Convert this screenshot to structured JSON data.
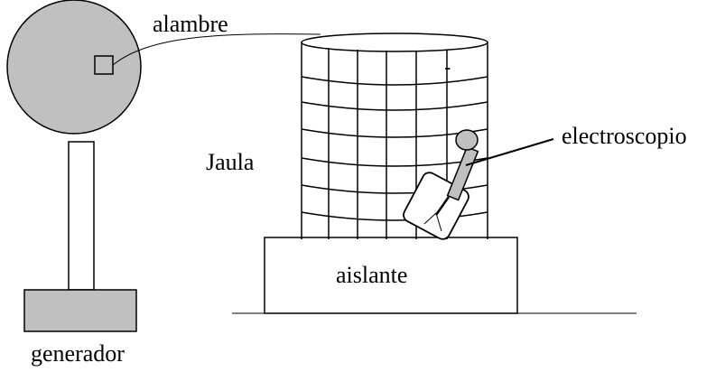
{
  "labels": {
    "wire": "alambre",
    "cage": "Jaula",
    "electroscope": "electroscopio",
    "insulator": "aislante",
    "generator": "generador",
    "charge_sign": "-"
  },
  "colors": {
    "line": "#000000",
    "generator_fill": "#c0c0c0",
    "electroscope_fill": "#c0c0c0",
    "background": "#ffffff"
  }
}
